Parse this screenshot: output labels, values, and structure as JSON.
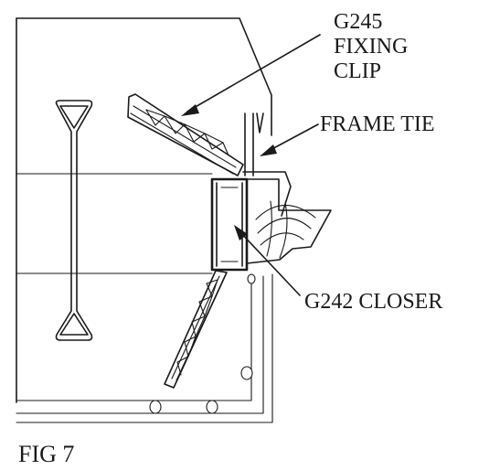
{
  "figure": {
    "caption": "FIG 7",
    "labels": {
      "fixing_clip_code": "G245",
      "fixing_clip_line1": "FIXING",
      "fixing_clip_line2": "CLIP",
      "frame_tie": "FRAME TIE",
      "closer": "G242 CLOSER"
    }
  }
}
